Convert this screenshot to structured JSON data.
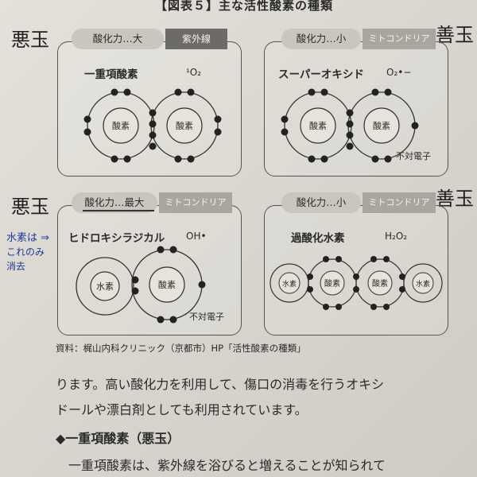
{
  "figure_title": "【図表５】主な活性酸素の種類",
  "handwritten": {
    "top_left": "悪玉",
    "top_right": "善玉",
    "mid_left": "悪玉",
    "mid_right": "善玉",
    "annotation_line1": "水素は ⇒",
    "annotation_line2": "これのみ",
    "annotation_line3": "消去"
  },
  "panels": [
    {
      "oxidation": "酸化力…大",
      "source": "紫外線",
      "name": "一重項酸素",
      "formula": "¹O₂",
      "atoms": [
        "酸素",
        "酸素"
      ],
      "note": ""
    },
    {
      "oxidation": "酸化力…小",
      "source": "ミトコンドリア",
      "name": "スーパーオキシド",
      "formula": "O₂•−",
      "atoms": [
        "酸素",
        "酸素"
      ],
      "note": "不対電子"
    },
    {
      "oxidation": "酸化力…最大",
      "source": "ミトコンドリア",
      "name": "ヒドロキシラジカル",
      "formula": "OH•",
      "atoms": [
        "水素",
        "酸素"
      ],
      "note": "不対電子"
    },
    {
      "oxidation": "酸化力…小",
      "source": "ミトコンドリア",
      "name": "過酸化水素",
      "formula": "H₂O₂",
      "atoms": [
        "水素",
        "酸素",
        "酸素",
        "水素"
      ],
      "note": ""
    }
  ],
  "source_line": "資料：梶山内科クリニック（京都市）HP「活性酸素の種類」",
  "body": {
    "line1": "ります。高い酸化力を利用して、傷口の消毒を行うオキシ",
    "line2": "ドールや漂白剤としても利用されています。",
    "heading": "◆一重項酸素（悪玉）",
    "line3": "　一重項酸素は、紫外線を浴びると増えることが知られて"
  }
}
